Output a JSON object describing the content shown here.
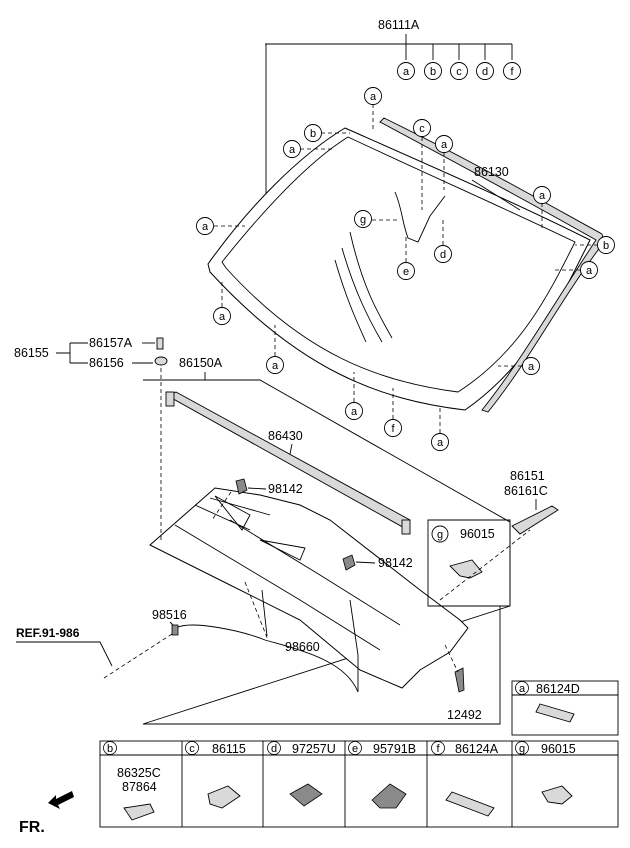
{
  "labels": {
    "windshield_assy": "86111A",
    "molding": "86130",
    "garnish_set": "86155",
    "garnish_bolt": "86157A",
    "garnish_nut": "86156",
    "cowl_top_cover": "86150A",
    "weatherstrip": "86430",
    "nozzle_1": "98142",
    "nozzle_2": "98142",
    "hose_connector": "98516",
    "hose": "98660",
    "screw": "12492",
    "side_cover_1": "86151",
    "side_cover_2": "86161C",
    "ref": "REF.91-986",
    "fr": "FR."
  },
  "callouts": {
    "a": "a",
    "b": "b",
    "c": "c",
    "d": "d",
    "e": "e",
    "f": "f",
    "g": "g"
  },
  "g_detail": {
    "letter": "g",
    "part": "96015"
  },
  "legend": {
    "a": {
      "letter": "a",
      "part": "86124D"
    },
    "b": {
      "letter": "b",
      "part_1": "86325C",
      "part_2": "87864"
    },
    "c": {
      "letter": "c",
      "part": "86115"
    },
    "d": {
      "letter": "d",
      "part": "97257U"
    },
    "e": {
      "letter": "e",
      "part": "95791B"
    },
    "f": {
      "letter": "f",
      "part": "86124A"
    },
    "g": {
      "letter": "g",
      "part": "96015"
    }
  }
}
